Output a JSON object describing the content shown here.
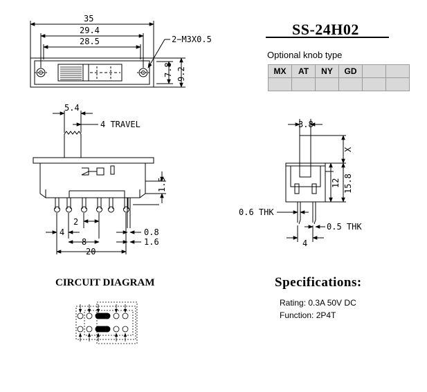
{
  "part_number": "SS-24H02",
  "knob": {
    "label": "Optional knob type",
    "types": [
      "MX",
      "AT",
      "NY",
      "GD",
      "",
      ""
    ]
  },
  "top_view": {
    "dim_35": "35",
    "dim_29_4": "29.4",
    "dim_28_5": "28.5",
    "hole_note": "2−M3X0.5",
    "dim_7_8": "7.8",
    "dim_9_2": "9.2"
  },
  "side_view": {
    "dim_5_4": "5.4",
    "travel": "4 TRAVEL",
    "dim_1_5": "1.5",
    "dim_2": "2",
    "dim_4": "4",
    "dim_8": "8",
    "dim_20": "20",
    "dim_0_8": "0.8",
    "dim_1_6": "1.6"
  },
  "end_view": {
    "dim_3_8": "3.8",
    "dim_x": "X",
    "dim_12": "12",
    "dim_15_8": "15.8",
    "thk_left": "0.6 THK",
    "thk_right": "0.5 THK",
    "dim_4": "4"
  },
  "circuit": {
    "title": "CIRCUIT DIAGRAM"
  },
  "specs": {
    "title": "Specifications:",
    "rating": "Rating: 0.3A 50V DC",
    "function": "Function: 2P4T"
  }
}
